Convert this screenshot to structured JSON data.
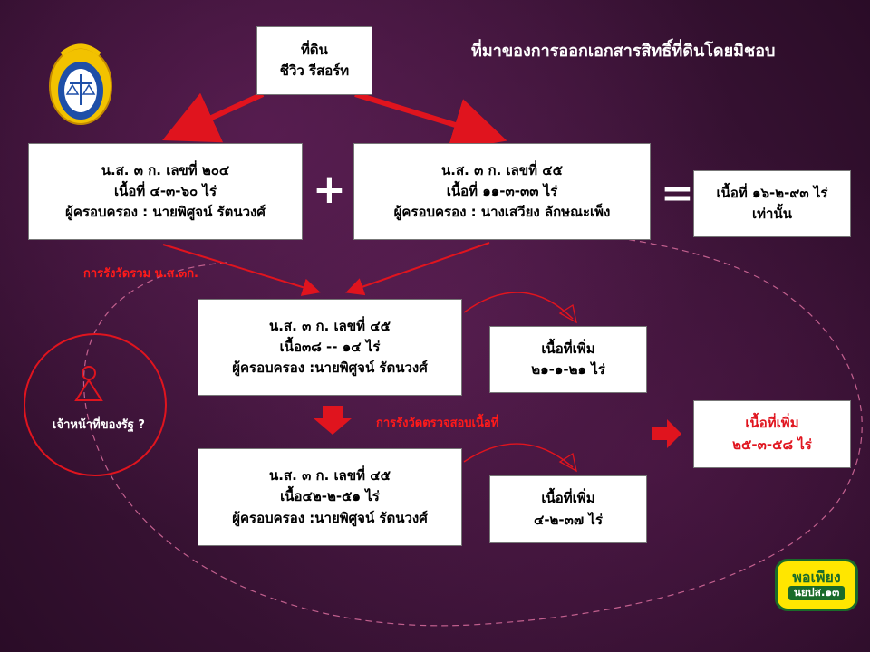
{
  "title": "ที่มาของการออกเอกสารสิทธิ์ที่ดินโดยมิชอบ",
  "source_box": {
    "line1": "ที่ดิน",
    "line2": "ชีวิว รีสอร์ท"
  },
  "left_box": {
    "line1": "น.ส. ๓ ก. เลขที่ ๒๐๔",
    "line2": "เนื้อที่ ๔-๓-๖๐ ไร่",
    "line3": "ผู้ครอบครอง : นายพิศูจน์ รัตนวงศ์"
  },
  "right_box": {
    "line1": "น.ส. ๓ ก. เลขที่ ๔๕",
    "line2": "เนื้อที่ ๑๑-๓-๓๓ ไร่",
    "line3": "ผู้ครอบครอง : นางเสวียง  ลักษณะเพ็ง"
  },
  "plus_symbol": "+",
  "equals_symbol": "=",
  "total_box": {
    "line1": "เนื้อที่ ๑๖-๒-๙๓ ไร่",
    "line2": "เท่านั้น"
  },
  "merge_label": "การรังวัดรวม น.ส.๓ก.",
  "merged_box": {
    "line1": "น.ส. ๓ ก. เลขที่ ๔๕",
    "line2": "เนื้อ๓๘ -- ๑๔ ไร่",
    "line3": "ผู้ครอบครอง :นายพิศูจน์ รัตนวงศ์"
  },
  "increase_box_1": {
    "line1": "เนื้อที่เพิ่ม",
    "line2": "๒๑-๑-๒๑ ไร่"
  },
  "survey_label": "การรังวัดตรวจสอบเนื้อที่",
  "final_box": {
    "line1": "น.ส. ๓ ก. เลขที่ ๔๕",
    "line2": "เนื้อ๔๒-๒-๕๑ ไร่",
    "line3": "ผู้ครอบครอง :นายพิศูจน์ รัตนวงศ์"
  },
  "increase_box_2": {
    "line1": "เนื้อที่เพิ่ม",
    "line2": "๔-๒-๓๗ ไร่"
  },
  "total_increase_box": {
    "line1": "เนื้อที่เพิ่ม",
    "line2": "๒๕-๓-๕๘ ไร่"
  },
  "official_label": "เจ้าหน้าที่ของรัฐ ?",
  "badge": {
    "line1": "พอเพียง",
    "line2": "นยปส.๑๓"
  },
  "colors": {
    "background": "#3a1236",
    "arrow_red": "#e0141e",
    "box_bg": "#ffffff",
    "highlight_text": "#e0141e",
    "badge_yellow": "#ffe600",
    "badge_green": "#1a6b2a"
  },
  "icons": {
    "logo": "department-emblem-icon",
    "person": "person-icon",
    "down_arrow": "down-arrow-icon",
    "right_arrow": "right-arrow-icon"
  }
}
